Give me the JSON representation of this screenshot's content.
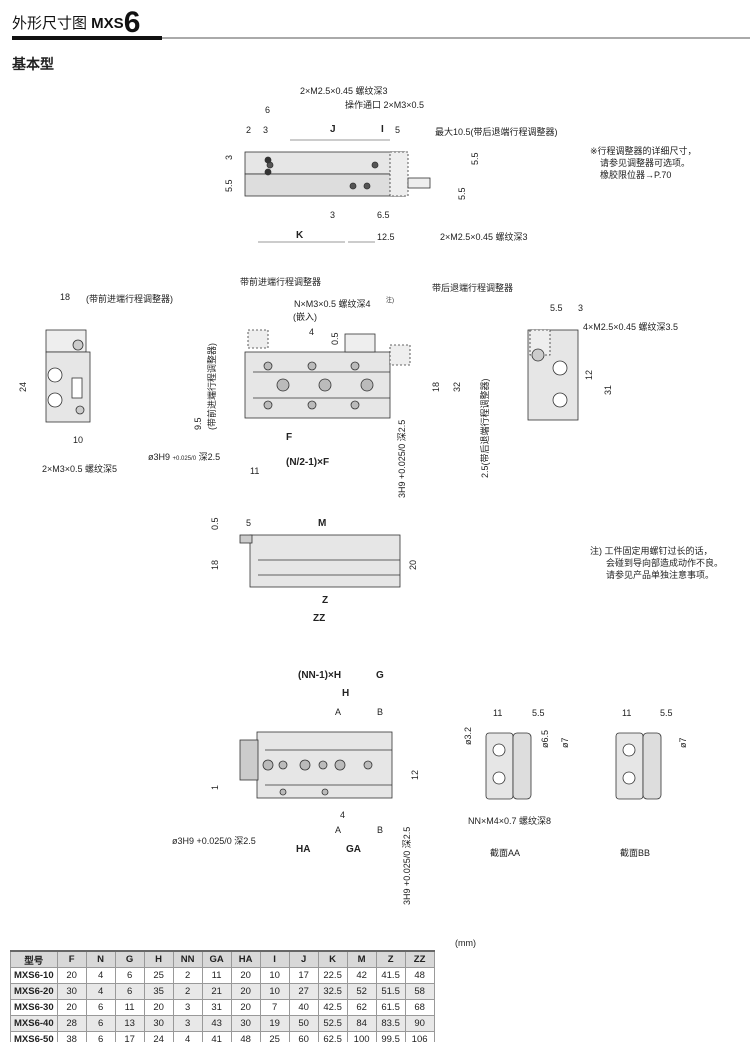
{
  "header": {
    "title_prefix": "外形尺寸图 ",
    "title_model": "MXS",
    "title_size": "6",
    "subtitle": "基本型"
  },
  "notes": {
    "adjuster": [
      "※行程调整器的详细尺寸，",
      "请参见调整器可选项。",
      "橡胶限位器→P.70"
    ],
    "caution": [
      "注) 工件固定用螺钉过长的话，",
      "会碰到导向部造成动作不良。",
      "请参见产品单独注意事项。"
    ]
  },
  "top_view": {
    "thread_top": "2×M2.5×0.45 螺纹深3",
    "port": "操作通口 2×M3×0.5",
    "d6": "6",
    "d2": "2",
    "d3": "3",
    "J": "J",
    "I": "I",
    "d5": "5",
    "max": "最大10.5(带后退端行程调整器)",
    "v3": "3",
    "v55a": "5.5",
    "v55b": "5.5",
    "v55c": "5.5",
    "b3": "3",
    "b65": "6.5",
    "K": "K",
    "b125": "12.5",
    "thread_bottom": "2×M2.5×0.45 螺纹深3"
  },
  "left_view": {
    "d18": "18",
    "adj": "(带前进端行程调整器)",
    "d24": "24",
    "d10": "10",
    "thread": "2×M3×0.5 螺纹深5"
  },
  "plan_view": {
    "front_adj": "带前进端行程调整器",
    "rear_adj": "带后退端行程调整器",
    "nthread": "N×M3×0.5 螺纹深4",
    "note_mark": "注)",
    "embed": "(嵌入)",
    "d4": "4",
    "d05": "0.5",
    "d18": "18",
    "d32": "32",
    "d95": "9.5",
    "front_adj_v": "(带前进端行程调整器)",
    "pin": "ø3H9",
    "tol": "+0.025/0",
    "depth": "深2.5",
    "F": "F",
    "formula": "(N/2-1)×F",
    "d11": "11",
    "hole_v": "3H9 +0.025/0 深2.5",
    "d25_v": "2.5(带后退端行程调整器)"
  },
  "right_view": {
    "d55": "5.5",
    "d3": "3",
    "thread": "4×M2.5×0.45 螺纹深3.5",
    "d12": "12",
    "d31": "31"
  },
  "side_view": {
    "d05": "0.5",
    "d5": "5",
    "M": "M",
    "d18": "18",
    "d20": "20",
    "Z": "Z",
    "ZZ": "ZZ"
  },
  "bottom_view": {
    "nnh": "(NN-1)×H",
    "G": "G",
    "H": "H",
    "A": "A",
    "B": "B",
    "d1": "1",
    "d12": "12",
    "d4": "4",
    "pin": "ø3H9 +0.025/0 深2.5",
    "HA": "HA",
    "GA": "GA",
    "hole_v": "3H9 +0.025/0 深2.5"
  },
  "sections": {
    "d11": "11",
    "d55": "5.5",
    "d32": "ø3.2",
    "d65": "ø6.5",
    "d7": "ø7",
    "nn": "NN×M4×0.7 螺纹深8",
    "aa": "截面AA",
    "bb": "截面BB"
  },
  "table": {
    "unit": "(mm)",
    "columns": [
      "型号",
      "F",
      "N",
      "G",
      "H",
      "NN",
      "GA",
      "HA",
      "I",
      "J",
      "K",
      "M",
      "Z",
      "ZZ"
    ],
    "rows": [
      [
        "MXS6-10",
        "20",
        "4",
        "6",
        "25",
        "2",
        "11",
        "20",
        "10",
        "17",
        "22.5",
        "42",
        "41.5",
        "48"
      ],
      [
        "MXS6-20",
        "30",
        "4",
        "6",
        "35",
        "2",
        "21",
        "20",
        "10",
        "27",
        "32.5",
        "52",
        "51.5",
        "58"
      ],
      [
        "MXS6-30",
        "20",
        "6",
        "11",
        "20",
        "3",
        "31",
        "20",
        "7",
        "40",
        "42.5",
        "62",
        "61.5",
        "68"
      ],
      [
        "MXS6-40",
        "28",
        "6",
        "13",
        "30",
        "3",
        "43",
        "30",
        "19",
        "50",
        "52.5",
        "84",
        "83.5",
        "90"
      ],
      [
        "MXS6-50",
        "38",
        "6",
        "17",
        "24",
        "4",
        "41",
        "48",
        "25",
        "60",
        "62.5",
        "100",
        "99.5",
        "106"
      ]
    ]
  }
}
